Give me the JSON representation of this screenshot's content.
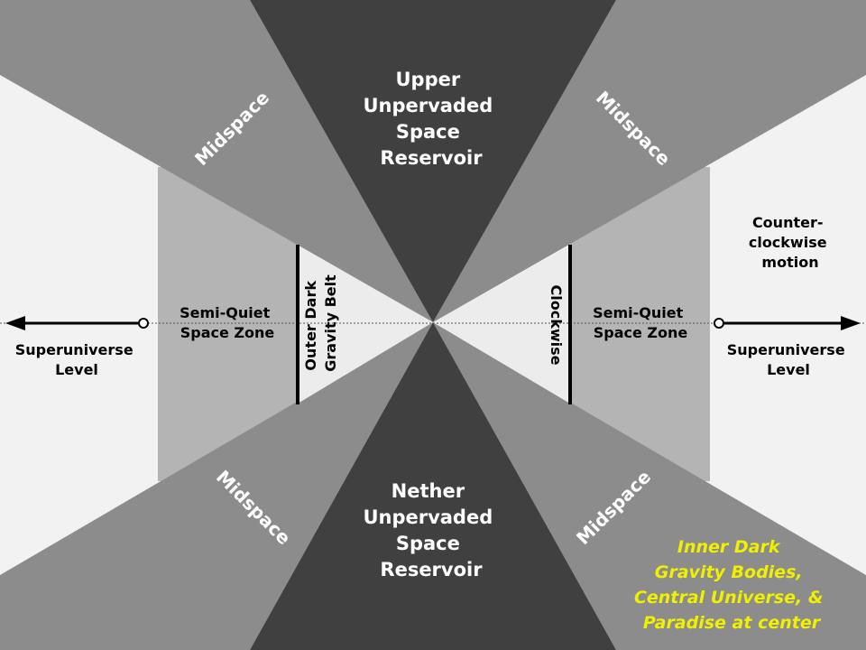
{
  "colors": {
    "background": "#f2f2f2",
    "reservoir": "#404040",
    "midspace": "#8c8c8c",
    "semi_quiet": "#b4b4b4",
    "outer_belt_region": "#e8e8e8",
    "inner_label": "#f0f000"
  },
  "labels": {
    "upper_reservoir": [
      "Upper",
      "Unpervaded",
      "Space",
      "Reservoir"
    ],
    "nether_reservoir": [
      "Nether",
      "Unpervaded",
      "Space",
      "Reservoir"
    ],
    "midspace_ul": "Midspace",
    "midspace_ur": "Midspace",
    "midspace_ll": "Midspace",
    "midspace_lr": "Midspace",
    "semi_quiet_left": [
      "Semi-Quiet",
      "Space Zone"
    ],
    "semi_quiet_right": [
      "Semi-Quiet",
      "Space Zone"
    ],
    "outer_dark_belt": [
      "Outer Dark",
      "Gravity Belt"
    ],
    "clockwise": "Clockwise",
    "counter_clockwise": [
      "Counter-",
      "clockwise",
      "motion"
    ],
    "superuniverse_left": [
      "Superuniverse",
      "Level"
    ],
    "superuniverse_right": [
      "Superuniverse",
      "Level"
    ],
    "inner_dark": [
      "Inner Dark",
      "Gravity Bodies,",
      "Central Universe, &",
      "Paradise at center"
    ]
  }
}
